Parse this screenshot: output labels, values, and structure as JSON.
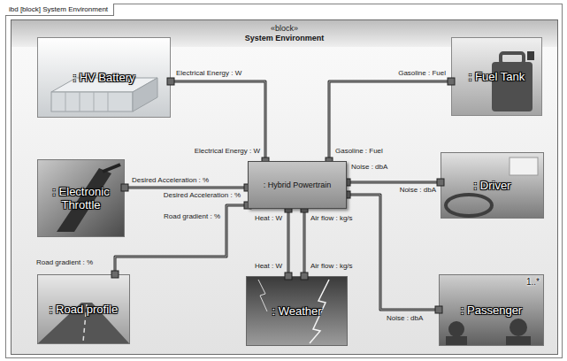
{
  "diagram": {
    "title": "ibd [block] System Environment",
    "nodes": [
      {
        "text": [
          "«block»",
          "System Environment"
        ]
      },
      {
        "text": [
          ": HV Battery"
        ],
        "in": 0
      },
      {
        "text": [
          ": Fuel Tank"
        ],
        "in": 0
      },
      {
        "text": [
          ": Electronic Throttle"
        ],
        "in": 0
      },
      {
        "text": [
          ": Hybrid Powertrain"
        ],
        "in": 0
      },
      {
        "text": [
          ": Driver"
        ],
        "in": 0
      },
      {
        "text": [
          ": Road profile"
        ],
        "in": 0
      },
      {
        "text": [
          ": Weather"
        ],
        "in": 0
      },
      {
        "text": [
          "1..*",
          ": Passenger"
        ],
        "in": 0
      }
    ],
    "edges": [
      {
        "from": 1,
        "to": 4,
        "arrow": "none"
      },
      {
        "from": 2,
        "to": 4,
        "arrow": "none"
      },
      {
        "from": 3,
        "to": 4,
        "arrow": "none"
      },
      {
        "from": 6,
        "to": 4,
        "arrow": "none"
      },
      {
        "from": 4,
        "to": 5,
        "arrow": "none"
      },
      {
        "from": 4,
        "to": 8,
        "arrow": "none"
      },
      {
        "from": 7,
        "to": 4,
        "arrow": "none"
      },
      {
        "from": 7,
        "to": 4,
        "arrow": "none"
      }
    ],
    "labels": [
      "Electrical Energy : W",
      "Gasoline : Fuel",
      "Electrical Energy : W",
      "Gasoline : Fuel",
      "Noise : dbA",
      "Desired Acceleration : %",
      "Desired Acceleration : %",
      "Noise : dbA",
      "Road gradient : %",
      "Road gradient : %",
      "Heat : W",
      "Air flow : kg/s",
      "Heat : W",
      "Air flow : kg/s",
      "Noise : dbA"
    ]
  }
}
